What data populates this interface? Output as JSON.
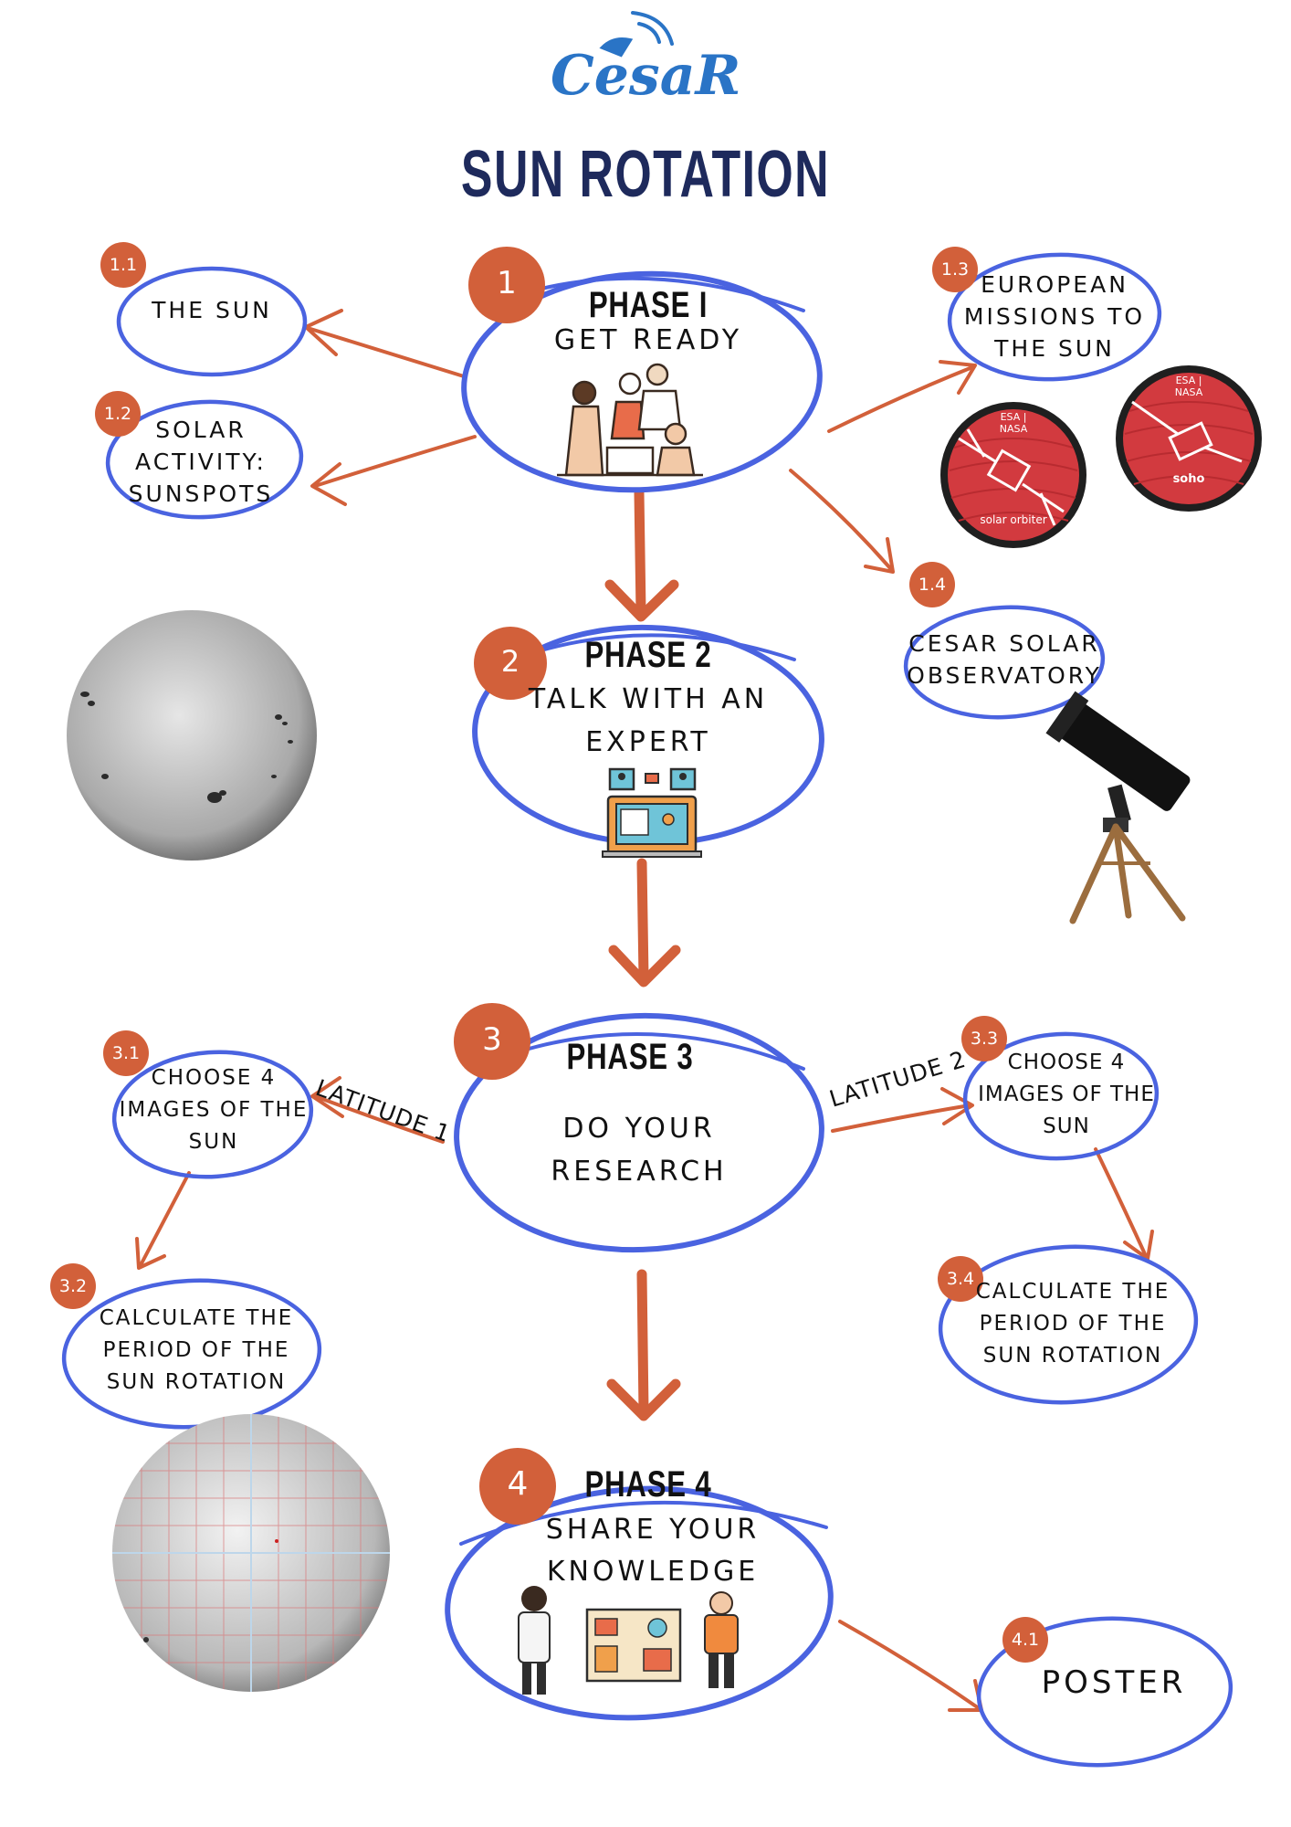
{
  "logo": {
    "text": "CesaR"
  },
  "title": "SUN ROTATION",
  "phases": {
    "p1": {
      "num": "1",
      "title": "PHASE I",
      "subtitle": "GET READY"
    },
    "p2": {
      "num": "2",
      "title": "PHASE 2",
      "subtitle_1": "TALK WITH AN",
      "subtitle_2": "EXPERT"
    },
    "p3": {
      "num": "3",
      "title": "PHASE 3",
      "subtitle_1": "DO YOUR",
      "subtitle_2": "RESEARCH"
    },
    "p4": {
      "num": "4",
      "title": "PHASE 4",
      "subtitle_1": "SHARE YOUR",
      "subtitle_2": "KNOWLEDGE"
    }
  },
  "steps": {
    "s11": {
      "num": "1.1",
      "lines": [
        "THE SUN"
      ]
    },
    "s12": {
      "num": "1.2",
      "lines": [
        "SOLAR",
        "ACTIVITY:",
        "SUNSPOTS"
      ]
    },
    "s13": {
      "num": "1.3",
      "lines": [
        "EUROPEAN",
        "MISSIONS TO",
        "THE SUN"
      ]
    },
    "s14": {
      "num": "1.4",
      "lines": [
        "CESAR SOLAR",
        "OBSERVATORY"
      ]
    },
    "s31": {
      "num": "3.1",
      "lines": [
        "CHOOSE 4",
        "IMAGES OF THE",
        "SUN"
      ]
    },
    "s32": {
      "num": "3.2",
      "lines": [
        "CALCULATE THE",
        "PERIOD OF THE",
        "SUN ROTATION"
      ]
    },
    "s33": {
      "num": "3.3",
      "lines": [
        "CHOOSE 4",
        "IMAGES OF THE",
        "SUN"
      ]
    },
    "s34": {
      "num": "3.4",
      "lines": [
        "CALCULATE THE",
        "PERIOD OF THE",
        "SUN ROTATION"
      ]
    },
    "s41": {
      "num": "4.1",
      "lines": [
        "POSTER"
      ]
    }
  },
  "edges": {
    "latitude_1": "LATITUDE 1",
    "latitude_2": "LATITUDE 2"
  },
  "patches": {
    "solar_orbiter": {
      "agency": "ESA | NASA",
      "name": "solar orbiter"
    },
    "soho": {
      "agency": "ESA | NASA",
      "name": "soho"
    }
  },
  "colors": {
    "ring": "#4a63e0",
    "arrow": "#d2603a",
    "title": "#1e2a5c",
    "logo": "#2a74c6",
    "patch": "#d23a3f"
  }
}
